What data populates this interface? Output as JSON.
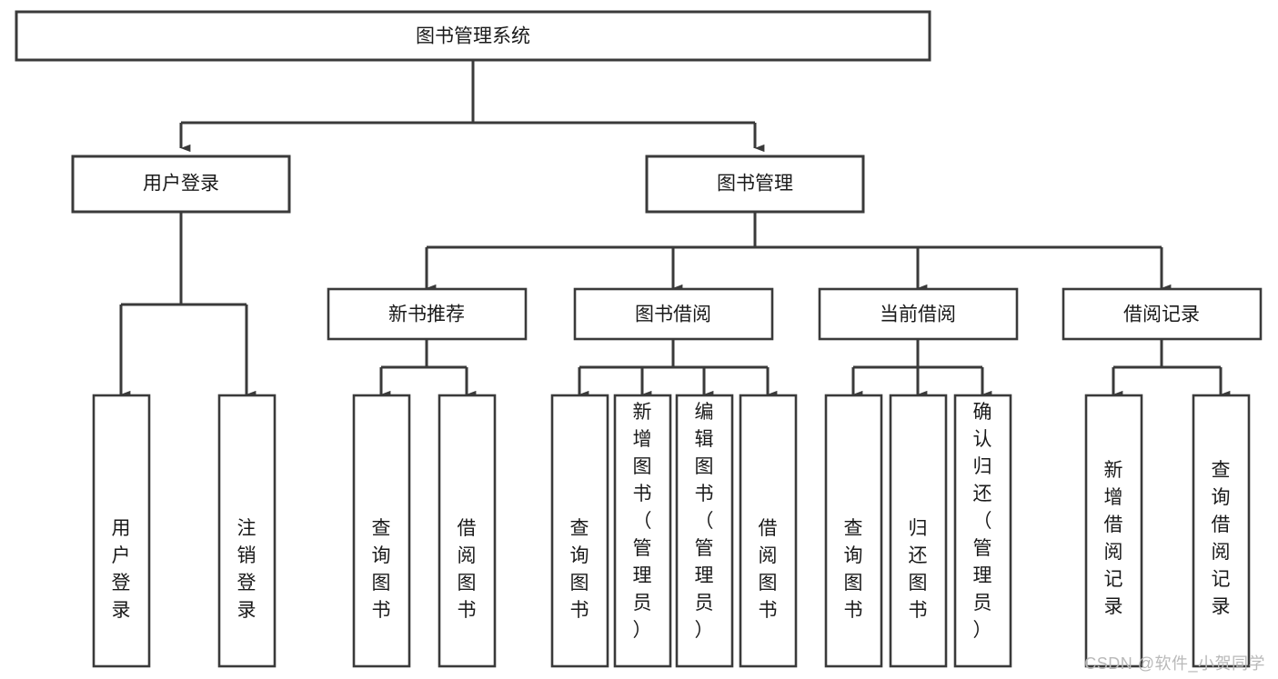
{
  "diagram": {
    "title": "图书管理系统",
    "watermark": "CSDN @软件_小贺同学",
    "type": "tree-hierarchy",
    "root": {
      "label": "图书管理系统",
      "children": [
        {
          "label": "用户登录",
          "children": [
            {
              "label": "用户登录"
            },
            {
              "label": "注销登录"
            }
          ]
        },
        {
          "label": "图书管理",
          "children": [
            {
              "label": "新书推荐",
              "children": [
                {
                  "label": "查询图书"
                },
                {
                  "label": "借阅图书"
                }
              ]
            },
            {
              "label": "图书借阅",
              "children": [
                {
                  "label": "查询图书"
                },
                {
                  "label": "新增图书（管理员）"
                },
                {
                  "label": "编辑图书（管理员）"
                },
                {
                  "label": "借阅图书"
                }
              ]
            },
            {
              "label": "当前借阅",
              "children": [
                {
                  "label": "查询图书"
                },
                {
                  "label": "归还图书"
                },
                {
                  "label": "确认归还（管理员）"
                }
              ]
            },
            {
              "label": "借阅记录",
              "children": [
                {
                  "label": "新增借阅记录"
                },
                {
                  "label": "查询借阅记录"
                }
              ]
            }
          ]
        }
      ]
    },
    "nodes": {
      "root": "图书管理系统",
      "level2": [
        "用户登录",
        "图书管理"
      ],
      "level3": [
        "新书推荐",
        "图书借阅",
        "当前借阅",
        "借阅记录"
      ],
      "leaves_user_login": [
        "用户登录",
        "注销登录"
      ],
      "leaves_new_books": [
        "查询图书",
        "借阅图书"
      ],
      "leaves_borrow": [
        "查询图书",
        "新增图书（管理员）",
        "编辑图书（管理员）",
        "借阅图书"
      ],
      "leaves_current": [
        "查询图书",
        "归还图书",
        "确认归还（管理员）"
      ],
      "leaves_records": [
        "新增借阅记录",
        "查询借阅记录"
      ]
    },
    "colors": {
      "background": "#ffffff",
      "box_fill": "#ffffff",
      "box_stroke": "#3a3a3a",
      "text": "#1a1a1a",
      "watermark": "#b9b9b9"
    }
  }
}
